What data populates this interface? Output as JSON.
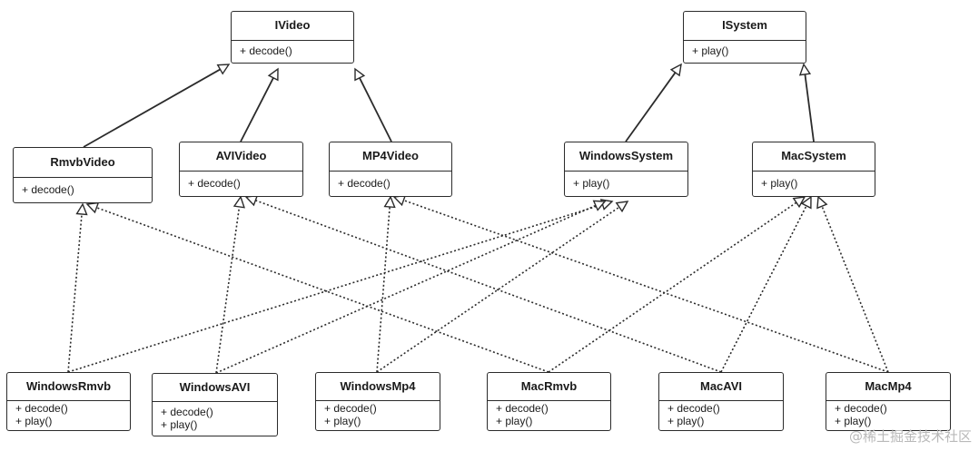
{
  "classes": [
    {
      "id": "IVideo",
      "title": "IVideo",
      "methods": [
        "+ decode()"
      ]
    },
    {
      "id": "ISystem",
      "title": "ISystem",
      "methods": [
        "+ play()"
      ]
    },
    {
      "id": "RmvbVideo",
      "title": "RmvbVideo",
      "methods": [
        "+ decode()"
      ]
    },
    {
      "id": "AVIVideo",
      "title": "AVIVideo",
      "methods": [
        "+ decode()"
      ]
    },
    {
      "id": "MP4Video",
      "title": "MP4Video",
      "methods": [
        "+ decode()"
      ]
    },
    {
      "id": "WindowsSystem",
      "title": "WindowsSystem",
      "methods": [
        "+ play()"
      ]
    },
    {
      "id": "MacSystem",
      "title": "MacSystem",
      "methods": [
        "+ play()"
      ]
    },
    {
      "id": "WindowsRmvb",
      "title": "WindowsRmvb",
      "methods": [
        "+ decode()",
        "+ play()"
      ]
    },
    {
      "id": "WindowsAVI",
      "title": "WindowsAVI",
      "methods": [
        "+ decode()",
        "+ play()"
      ]
    },
    {
      "id": "WindowsMp4",
      "title": "WindowsMp4",
      "methods": [
        "+ decode()",
        "+ play()"
      ]
    },
    {
      "id": "MacRmvb",
      "title": "MacRmvb",
      "methods": [
        "+ decode()",
        "+ play()"
      ]
    },
    {
      "id": "MacAVI",
      "title": "MacAVI",
      "methods": [
        "+ decode()",
        "+ play()"
      ]
    },
    {
      "id": "MacMp4",
      "title": "MacMp4",
      "methods": [
        "+ decode()",
        "+ play()"
      ]
    }
  ],
  "relations": [
    {
      "from": "RmvbVideo",
      "to": "IVideo",
      "kind": "inheritance"
    },
    {
      "from": "AVIVideo",
      "to": "IVideo",
      "kind": "inheritance"
    },
    {
      "from": "MP4Video",
      "to": "IVideo",
      "kind": "inheritance"
    },
    {
      "from": "WindowsSystem",
      "to": "ISystem",
      "kind": "inheritance"
    },
    {
      "from": "MacSystem",
      "to": "ISystem",
      "kind": "inheritance"
    },
    {
      "from": "WindowsRmvb",
      "to": "RmvbVideo",
      "kind": "realization"
    },
    {
      "from": "WindowsRmvb",
      "to": "WindowsSystem",
      "kind": "realization"
    },
    {
      "from": "WindowsAVI",
      "to": "AVIVideo",
      "kind": "realization"
    },
    {
      "from": "WindowsAVI",
      "to": "WindowsSystem",
      "kind": "realization"
    },
    {
      "from": "WindowsMp4",
      "to": "MP4Video",
      "kind": "realization"
    },
    {
      "from": "WindowsMp4",
      "to": "WindowsSystem",
      "kind": "realization"
    },
    {
      "from": "MacRmvb",
      "to": "RmvbVideo",
      "kind": "realization"
    },
    {
      "from": "MacRmvb",
      "to": "MacSystem",
      "kind": "realization"
    },
    {
      "from": "MacAVI",
      "to": "AVIVideo",
      "kind": "realization"
    },
    {
      "from": "MacAVI",
      "to": "MacSystem",
      "kind": "realization"
    },
    {
      "from": "MacMp4",
      "to": "MP4Video",
      "kind": "realization"
    },
    {
      "from": "MacMp4",
      "to": "MacSystem",
      "kind": "realization"
    }
  ],
  "watermark": "@稀土掘金技术社区",
  "colors": {
    "line": "#2b2b2b",
    "watermark": "#b9b9b9"
  }
}
